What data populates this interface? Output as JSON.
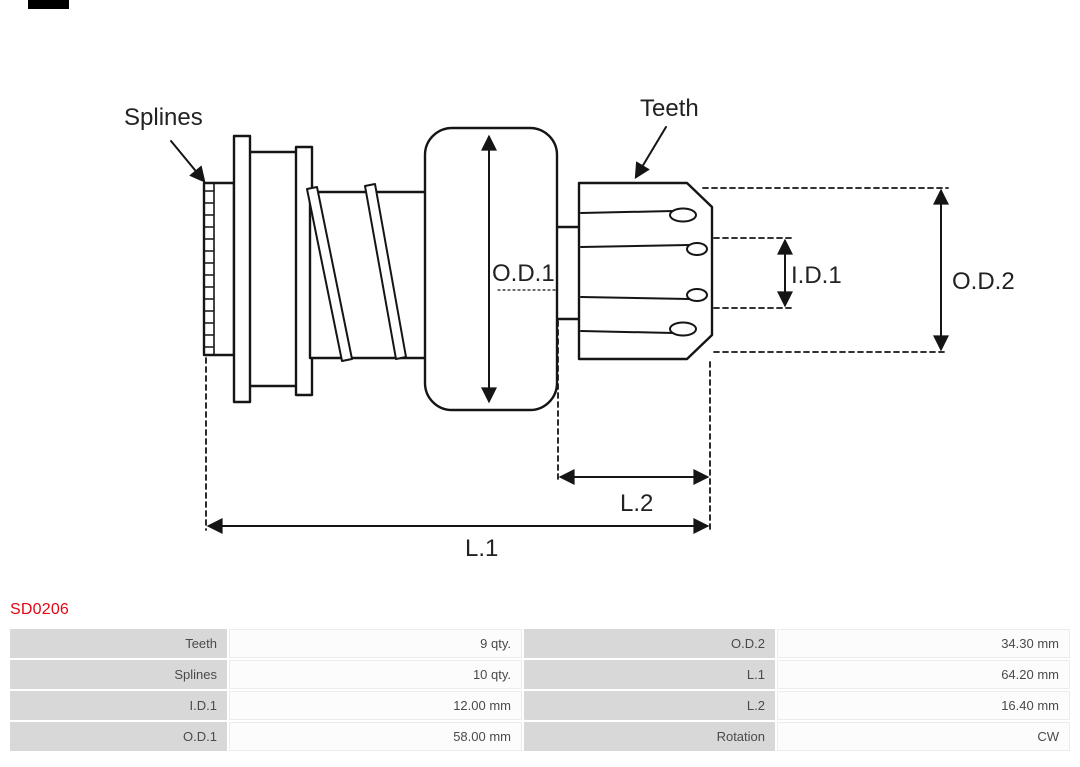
{
  "page": {
    "background": "#ffffff"
  },
  "brand": {
    "bar_color": "#000000"
  },
  "diagram": {
    "labels": {
      "splines": "Splines",
      "teeth": "Teeth",
      "od1": "O.D.1",
      "id1": "I.D.1",
      "od2": "O.D.2",
      "l2": "L.2",
      "l1": "L.1"
    },
    "line_color": "#151515"
  },
  "part": {
    "code": "SD0206",
    "code_color": "#e30613"
  },
  "spec_table": {
    "rows": [
      {
        "cells": [
          {
            "label": "Teeth",
            "value": "9 qty."
          },
          {
            "label": "O.D.2",
            "value": "34.30 mm"
          }
        ]
      },
      {
        "cells": [
          {
            "label": "Splines",
            "value": "10 qty."
          },
          {
            "label": "L.1",
            "value": "64.20 mm"
          }
        ]
      },
      {
        "cells": [
          {
            "label": "I.D.1",
            "value": "12.00 mm"
          },
          {
            "label": "L.2",
            "value": "16.40 mm"
          }
        ]
      },
      {
        "cells": [
          {
            "label": "O.D.1",
            "value": "58.00 mm"
          },
          {
            "label": "Rotation",
            "value": "CW"
          }
        ]
      }
    ]
  }
}
